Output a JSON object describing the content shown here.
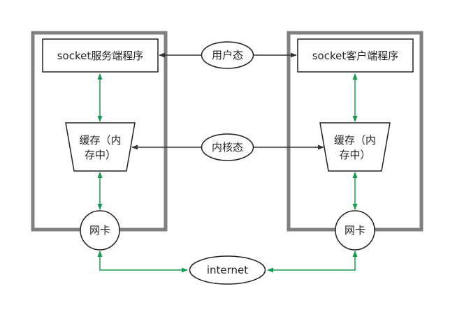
{
  "server_program": "socket服务端程序",
  "client_program": "socket客户端程序",
  "user_mode": "用户态",
  "kernel_mode": "内核态",
  "server_buffer": {
    "line1": "缓存（内",
    "line2": "存中）"
  },
  "client_buffer": {
    "line1": "缓存（内",
    "line2": "存中）"
  },
  "server_nic": "网卡",
  "client_nic": "网卡",
  "internet": "internet",
  "colors": {
    "frame": "#808080",
    "box_stroke": "#222222",
    "black_arrow": "#333333",
    "green_arrow": "#1a9850"
  }
}
